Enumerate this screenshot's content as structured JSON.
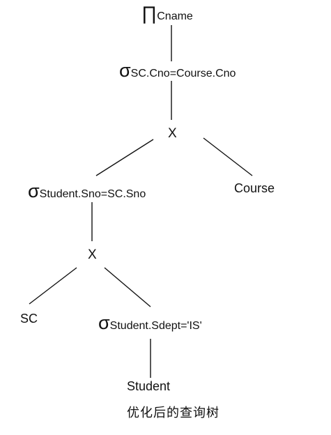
{
  "tree": {
    "projection": {
      "symbol": "∏",
      "attr": "Cname"
    },
    "select_course": {
      "symbol": "σ",
      "condition": "SC.Cno=Course.Cno"
    },
    "join_top": {
      "symbol": "X"
    },
    "course": {
      "label": "Course"
    },
    "select_sno": {
      "symbol": "σ",
      "condition": "Student.Sno=SC.Sno"
    },
    "join_bottom": {
      "symbol": "X"
    },
    "sc": {
      "label": "SC"
    },
    "select_dept": {
      "symbol": "σ",
      "condition": "Student.Sdept='IS'"
    },
    "student": {
      "label": "Student"
    }
  },
  "caption": "优化后的查询树"
}
